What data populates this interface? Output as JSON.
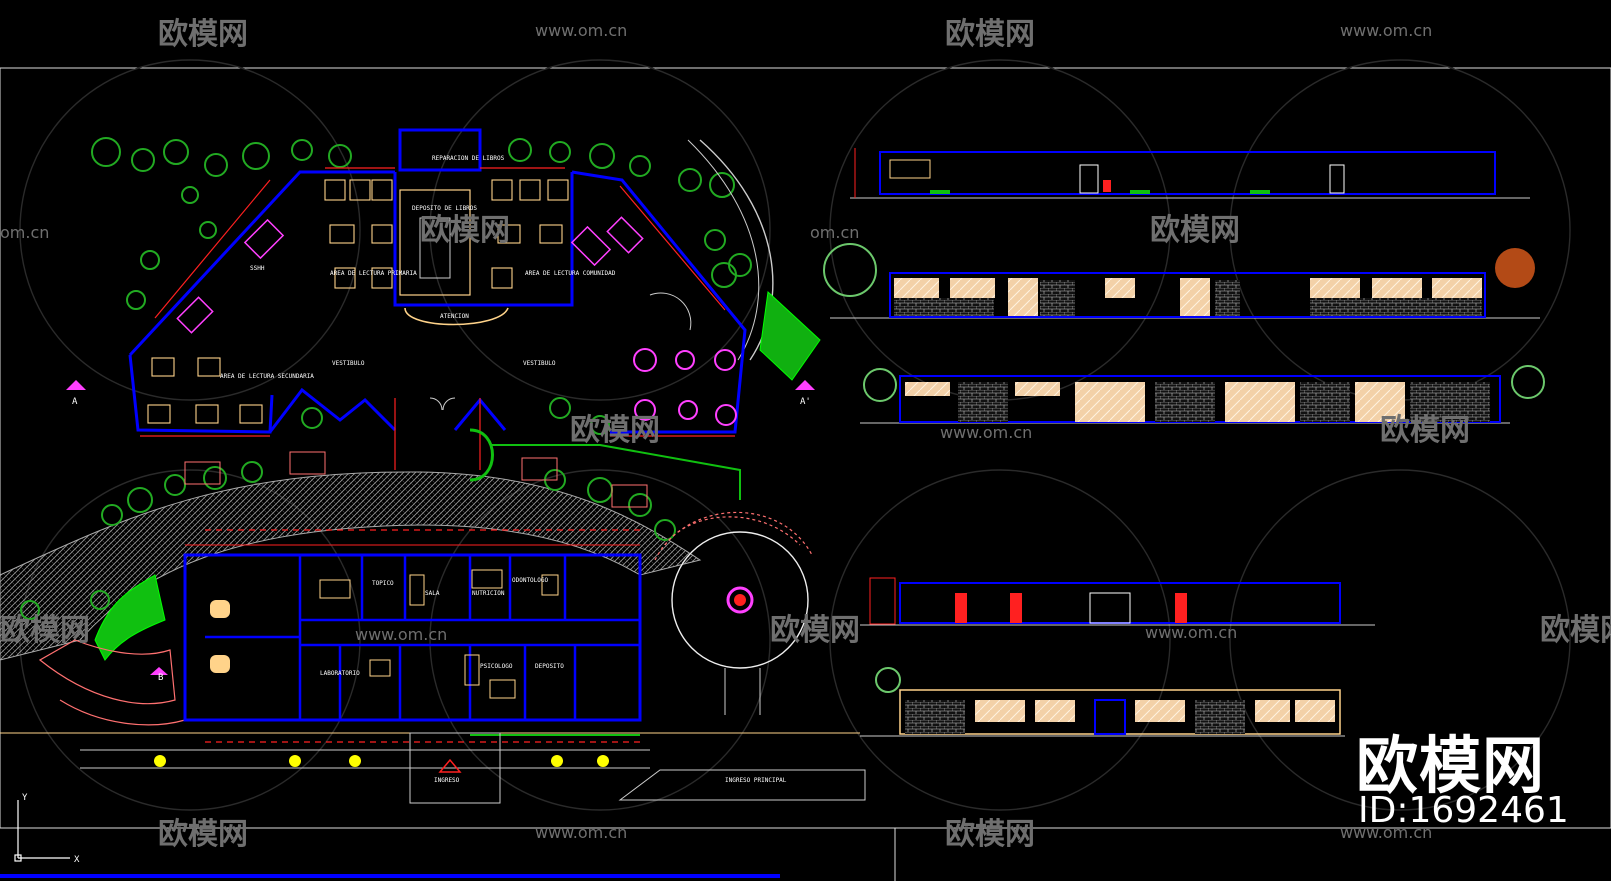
{
  "watermark": {
    "brand": "欧模网",
    "url": "www.om.cn",
    "url_short": "om.cn",
    "id_label": "ID:1692461"
  },
  "plan_labels": {
    "reparacion": "REPARACION DE LIBROS",
    "deposito_libros": "DEPOSITO DE LIBROS",
    "lectura_primaria": "AREA DE LECTURA PRIMARIA",
    "lectura_comunidad": "AREA DE LECTURA COMUNIDAD",
    "lectura_secundaria": "AREA DE LECTURA SECUNDARIA",
    "atencion": "ATENCION",
    "vestibulo_1": "VESTIBULO",
    "vestibulo_2": "VESTIBULO",
    "section_a": "A",
    "section_a2": "A'",
    "section_b": "B",
    "ingreso": "INGRESO",
    "ingreso_principal": "INGRESO PRINCIPAL",
    "sala": "SALA",
    "topico": "TOPICO",
    "nutricion": "NUTRICION",
    "odontologo": "ODONTOLOGO",
    "laboratorio": "LABORATORIO",
    "psicologo": "PSICOLOGO",
    "deposito": "DEPOSITO",
    "sshh": "SSHH"
  },
  "ucs": {
    "y": "Y",
    "x": "X"
  },
  "colors": {
    "background": "#000000",
    "wall": "#0000ff",
    "frame": "#ffffff",
    "tree": "#22aa22",
    "hatch": "#bbbbbb",
    "furniture": "#ffd38a",
    "accent_red": "#ff2020",
    "accent_magenta": "#ff40ff",
    "light_yellow": "#ffff00"
  }
}
